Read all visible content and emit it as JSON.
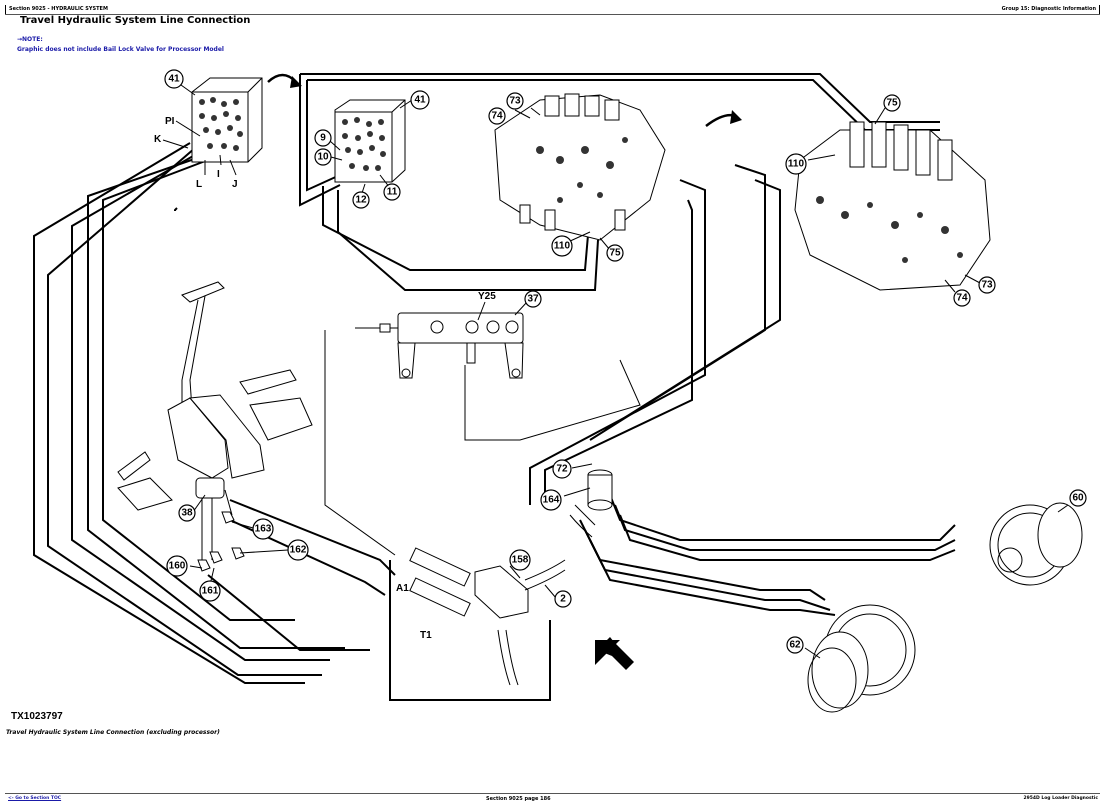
{
  "header": {
    "section": "Section 9025 - HYDRAULIC SYSTEM",
    "group": "Group 15: Diagnostic Information"
  },
  "page_title": "Travel Hydraulic System Line Connection",
  "note": {
    "heading": "→NOTE:",
    "text": "Graphic does not include Bail Lock Valve for Processor Model"
  },
  "figure": {
    "id": "TX1023797",
    "caption": "Travel Hydraulic System Line Connection (excluding processor)",
    "callouts": [
      "41",
      "41",
      "9",
      "10",
      "11",
      "12",
      "73",
      "74",
      "75",
      "110",
      "110",
      "75",
      "74",
      "73",
      "37",
      "38",
      "160",
      "161",
      "162",
      "163",
      "158",
      "2",
      "72",
      "164",
      "60",
      "62"
    ],
    "port_labels": [
      "PI",
      "K",
      "L",
      "I",
      "J",
      "Y25",
      "A1",
      "T1"
    ],
    "icons": [
      "curved-arrow-icon",
      "curved-arrow-icon",
      "direction-arrow-icon"
    ]
  },
  "footer": {
    "toc_link": "<- Go to Section TOC",
    "page": "Section 9025 page 186",
    "document": "2954D Log Loader Diagnostic"
  }
}
